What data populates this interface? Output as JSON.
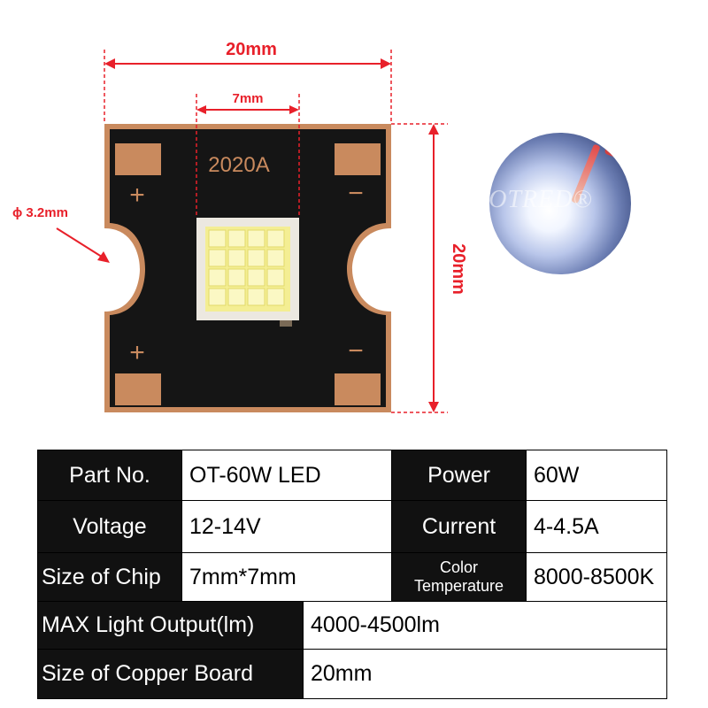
{
  "diagram": {
    "width_label": "20mm",
    "chip_width_label": "7mm",
    "height_label": "20mm",
    "hole_label": "ɸ 3.2mm",
    "board_model": "2020A",
    "polarity": {
      "plus": "+",
      "minus": "−"
    }
  },
  "photo": {
    "watermark": "HOTRED®"
  },
  "colors": {
    "dimension_red": "#e8202a",
    "board_black": "#151515",
    "copper": "#c98a5e",
    "table_header_bg": "#111111"
  },
  "specs": {
    "part_no_label": "Part No.",
    "part_no_value": "OT-60W LED",
    "power_label": "Power",
    "power_value": "60W",
    "voltage_label": "Voltage",
    "voltage_value": "12-14V",
    "current_label": "Current",
    "current_value": "4-4.5A",
    "chip_size_label": "Size of Chip",
    "chip_size_value": "7mm*7mm",
    "color_temp_label_line1": "Color",
    "color_temp_label_line2": "Temperature",
    "color_temp_value": "8000-8500K",
    "max_output_label": "MAX Light Output(lm)",
    "max_output_value": "4000-4500lm",
    "copper_board_label": "Size of Copper Board",
    "copper_board_value": "20mm"
  }
}
